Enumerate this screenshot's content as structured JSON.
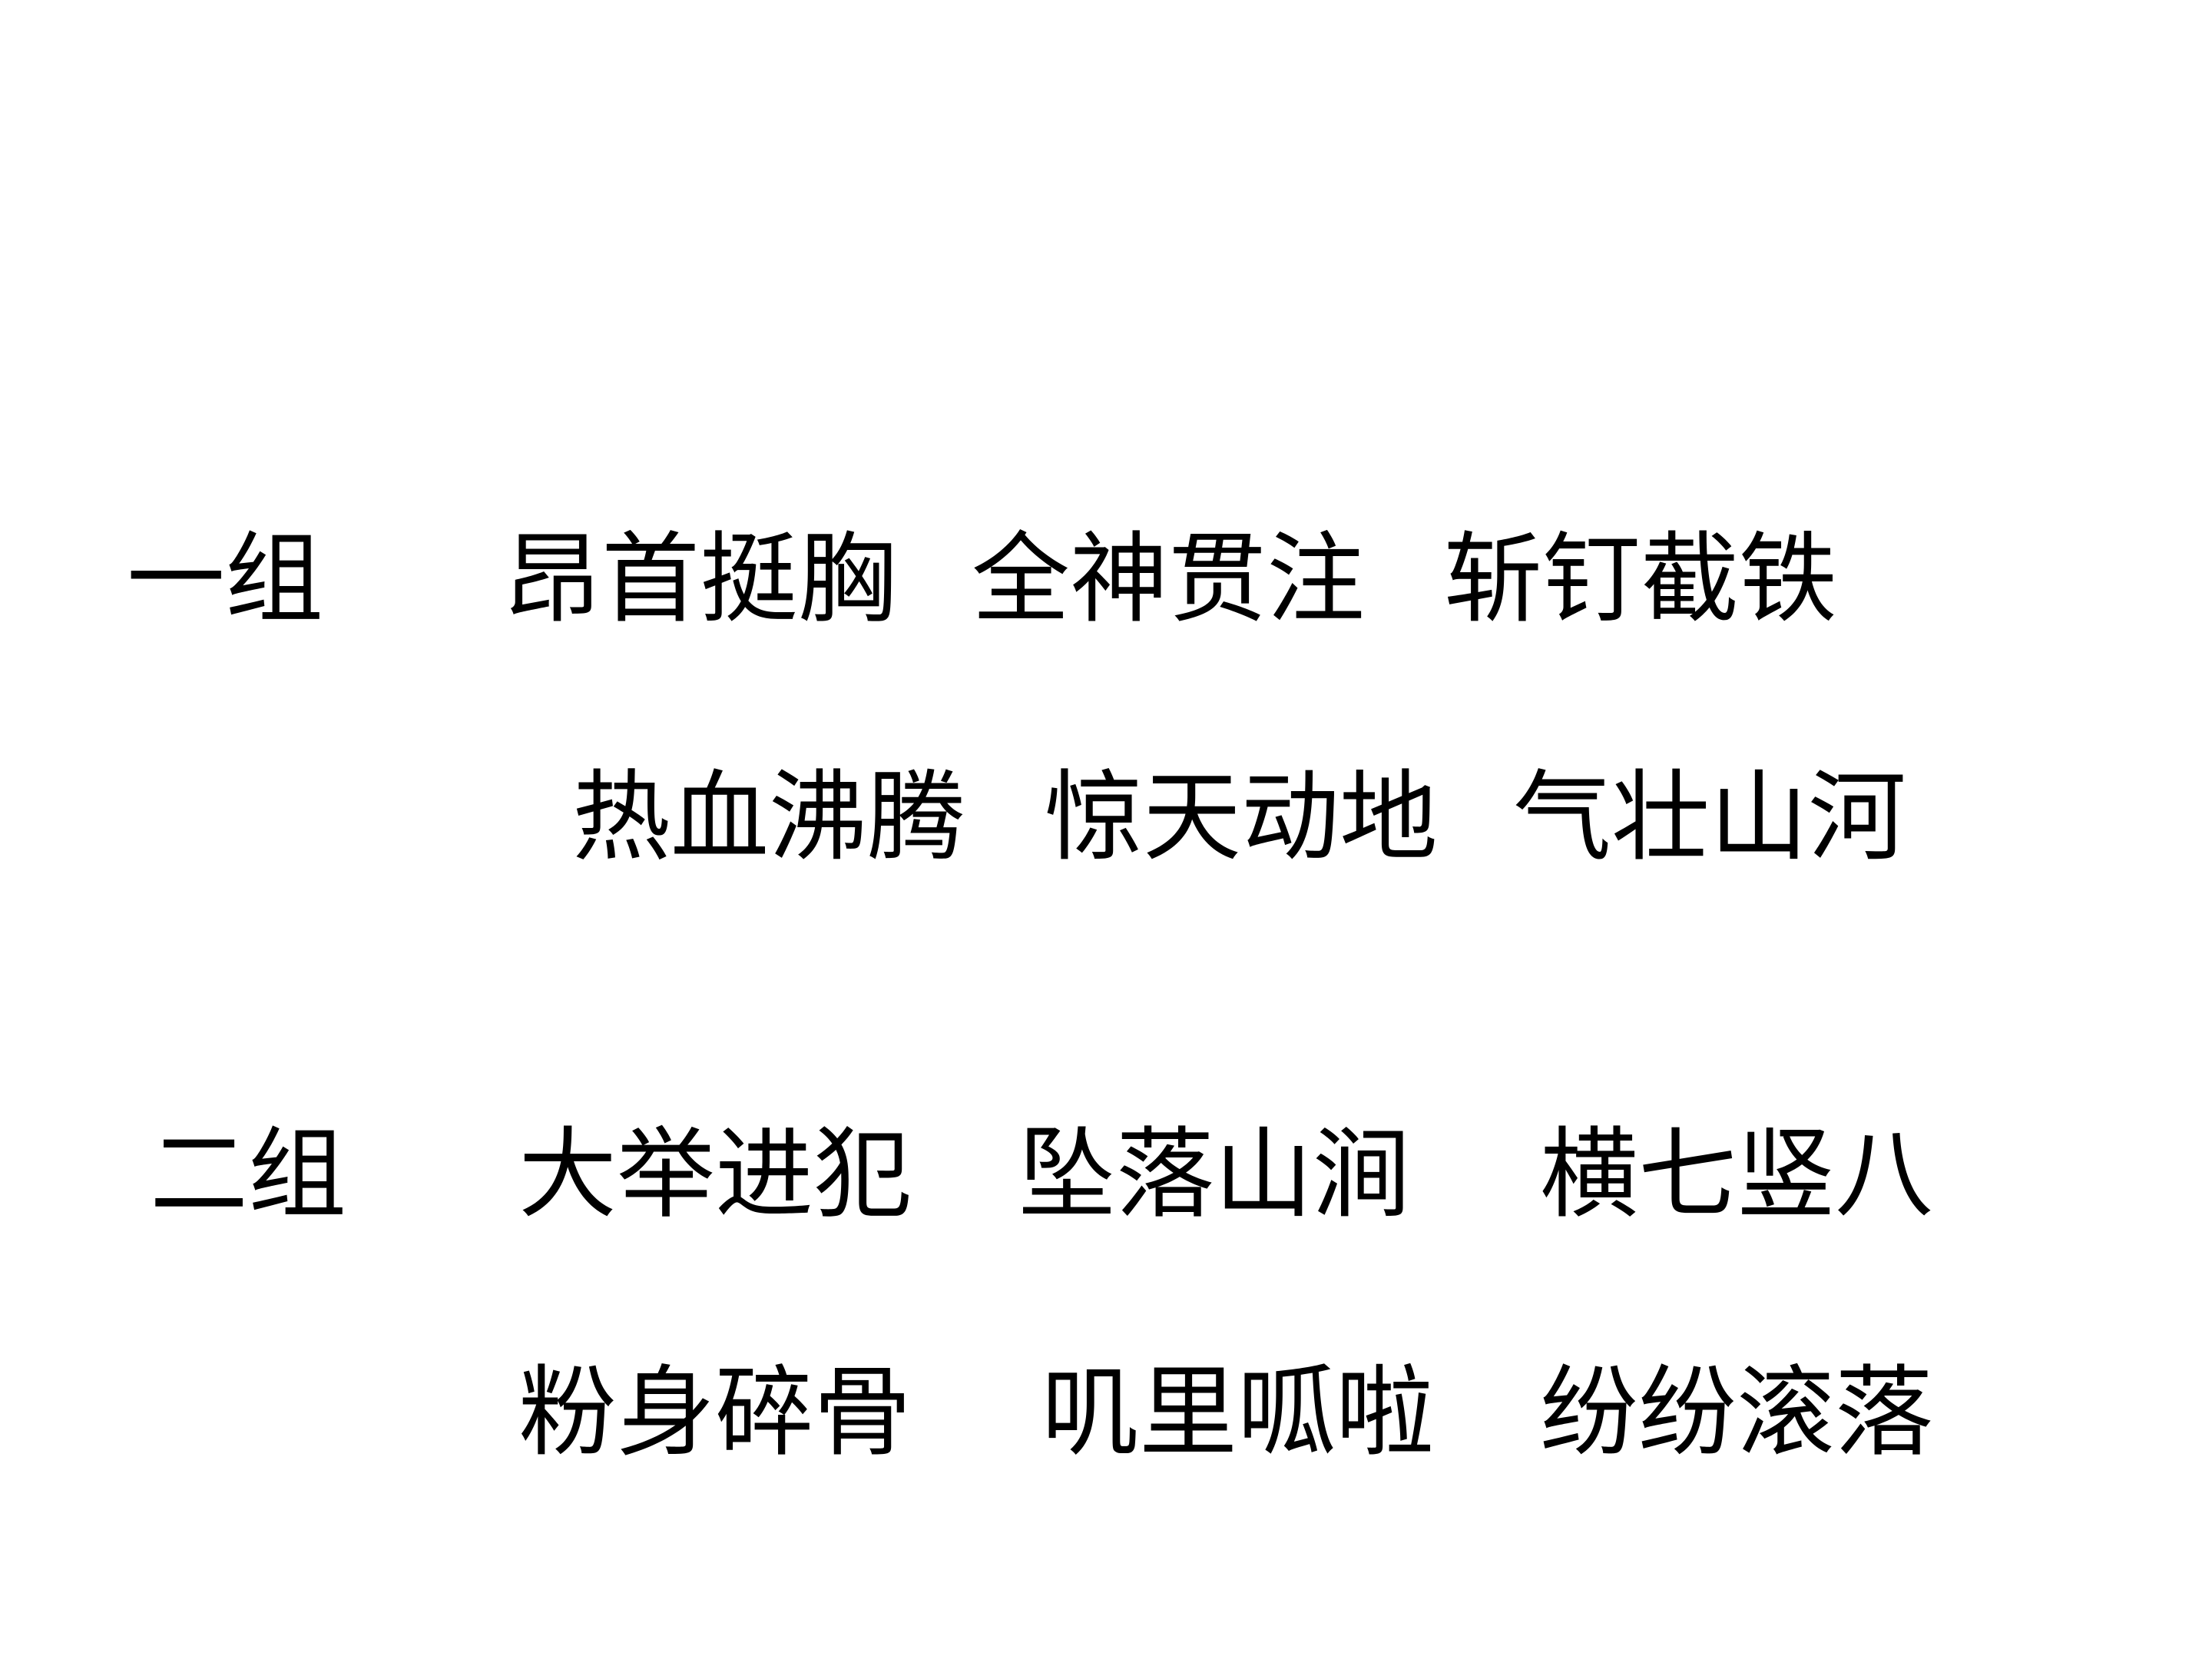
{
  "groups": [
    {
      "label": "一组",
      "rows": [
        [
          "昂首挺胸",
          "全神贯注",
          "斩钉截铁"
        ],
        [
          "热血沸腾",
          "惊天动地",
          "气壮山河"
        ]
      ]
    },
    {
      "label": "二组",
      "rows": [
        [
          "大举进犯",
          "坠落山涧",
          "横七竖八"
        ],
        [
          "粉身碎骨",
          "叽里呱啦",
          "纷纷滚落"
        ]
      ]
    }
  ]
}
